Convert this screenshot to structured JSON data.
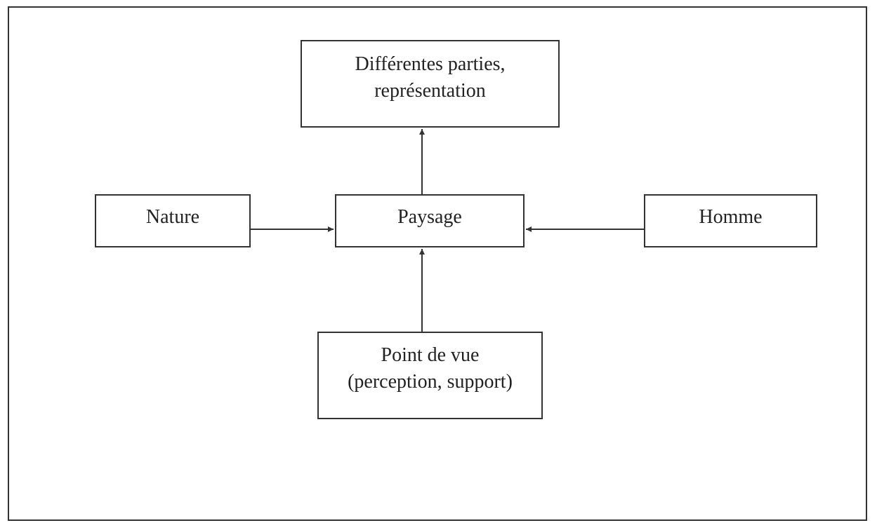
{
  "diagram": {
    "nodes": [
      {
        "id": "top",
        "lines": [
          "Différentes parties,",
          "représentation"
        ]
      },
      {
        "id": "center",
        "lines": [
          "Paysage"
        ]
      },
      {
        "id": "left",
        "lines": [
          "Nature"
        ]
      },
      {
        "id": "right",
        "lines": [
          "Homme"
        ]
      },
      {
        "id": "bottom",
        "lines": [
          "Point de vue",
          "(perception, support)"
        ]
      }
    ],
    "edges": [
      {
        "from": "center",
        "to": "top"
      },
      {
        "from": "left",
        "to": "center"
      },
      {
        "from": "right",
        "to": "center"
      },
      {
        "from": "bottom",
        "to": "center"
      }
    ],
    "colors": {
      "stroke": "#333333",
      "text": "#222222",
      "background": "#ffffff"
    }
  }
}
